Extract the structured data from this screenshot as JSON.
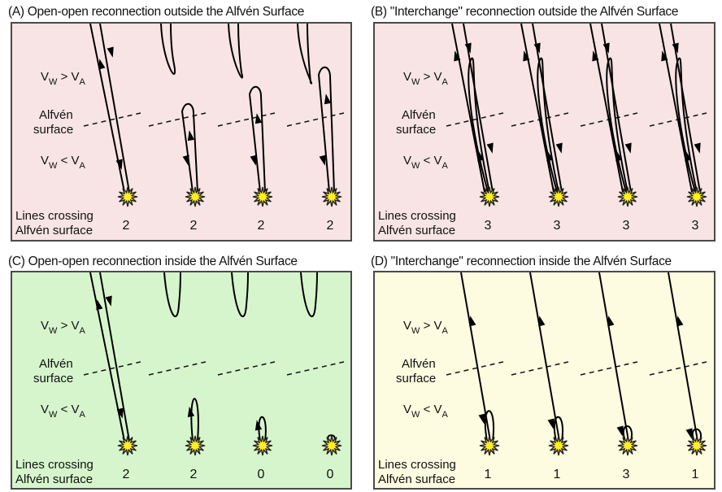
{
  "panels": [
    {
      "title": "(A) Open-open reconnection outside the Alfvén Surface",
      "background": "#f8e4e4",
      "counts": [
        "2",
        "2",
        "2",
        "2"
      ]
    },
    {
      "title": "(B) \"Interchange\" reconnection outside the Alfvén Surface",
      "background": "#f8e4e4",
      "counts": [
        "3",
        "3",
        "3",
        "3"
      ]
    },
    {
      "title": "(C) Open-open reconnection inside the Alfvén Surface",
      "background": "#d6f5cc",
      "counts": [
        "2",
        "2",
        "0",
        "0"
      ]
    },
    {
      "title": "(D) \"Interchange\" reconnection inside the Alfvén Surface",
      "background": "#fdfbe0",
      "counts": [
        "1",
        "1",
        "3",
        "1"
      ]
    }
  ],
  "labels": {
    "v_w": "V",
    "sub_w": "W",
    "sub_a": "A",
    "gt": " > V",
    "lt": " < V",
    "alfven_line1": "Alfvén",
    "alfven_line2": "surface",
    "crossing_line1": "Lines crossing",
    "crossing_line2": "Alfvén surface"
  },
  "colors": {
    "starburst_fill": "#ffee22",
    "starburst_stroke": "#222222",
    "field_line": "#000000",
    "border": "#4a4a4a"
  }
}
